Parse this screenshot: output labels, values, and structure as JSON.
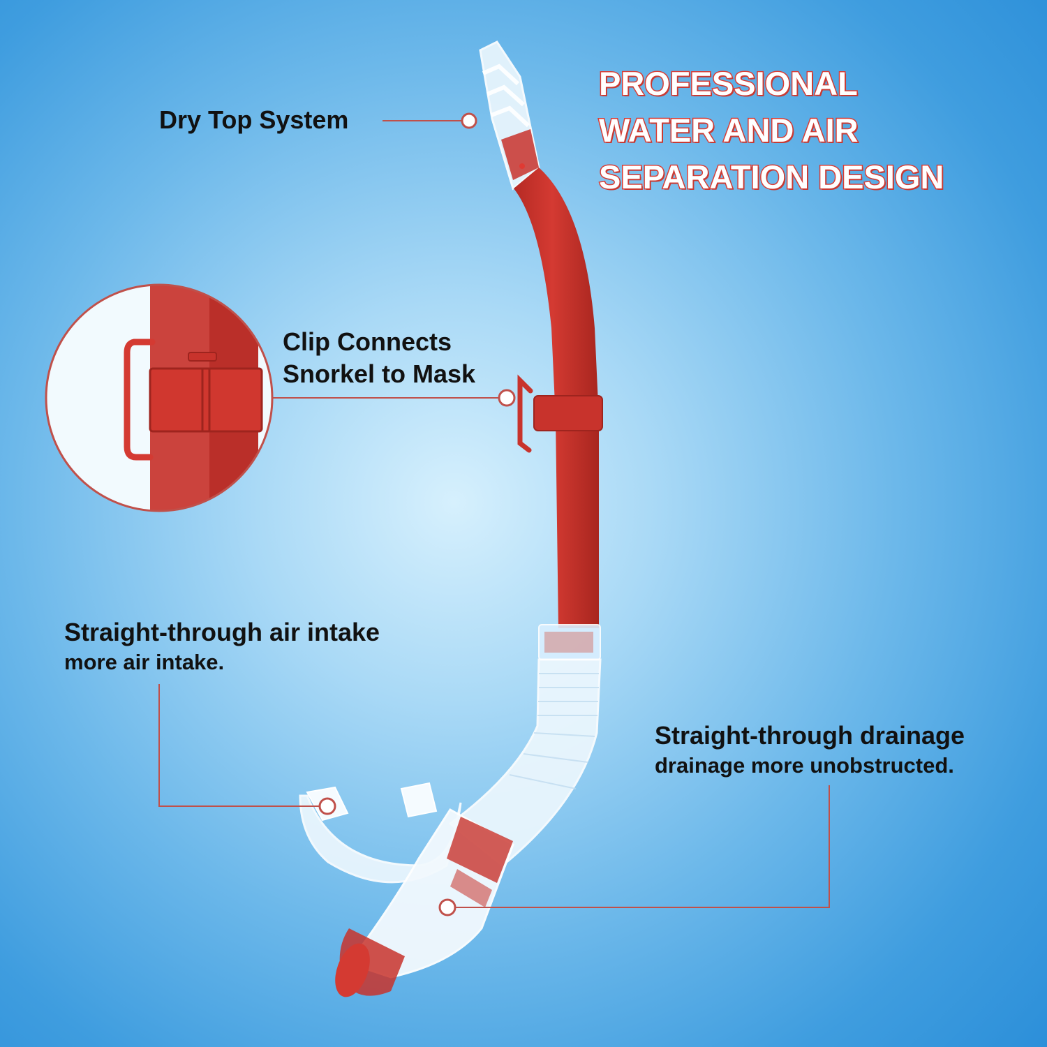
{
  "headline": {
    "lines": [
      "PROFESSIONAL",
      "WATER AND AIR",
      "SEPARATION DESIGN"
    ]
  },
  "callouts": {
    "dry_top": {
      "title": "Dry Top System"
    },
    "clip": {
      "lines": [
        "Clip Connects",
        "Snorkel to Mask"
      ]
    },
    "air_intake": {
      "title": "Straight-through air intake",
      "subtitle": "more air intake."
    },
    "drainage": {
      "title": "Straight-through drainage",
      "subtitle": "drainage more unobstructed."
    }
  },
  "colors": {
    "snorkel_red": "#c8332c",
    "callout_line": "#c0504a",
    "headline_outline": "#d93d35",
    "background_blue": "#3f9ddf"
  },
  "icons": {
    "product": "snorkel-illustration",
    "zoom": "clip-zoom-magnifier"
  }
}
